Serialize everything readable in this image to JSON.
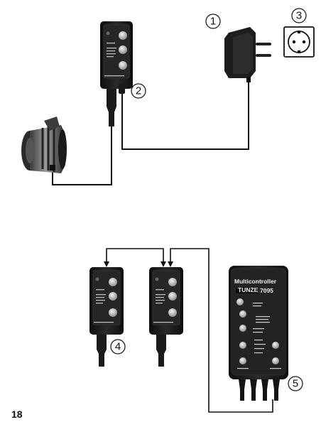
{
  "page_number": "18",
  "callouts": {
    "c1": "1",
    "c2": "2",
    "c3": "3",
    "c4": "4",
    "c5": "5"
  },
  "multicontroller": {
    "title": "Multicontroller",
    "brand": "TUNZE",
    "model": "7095"
  },
  "colors": {
    "wire": "#111111",
    "device_body": "#1c1c1c",
    "knob": "#c9c9c9",
    "background": "#ffffff"
  }
}
